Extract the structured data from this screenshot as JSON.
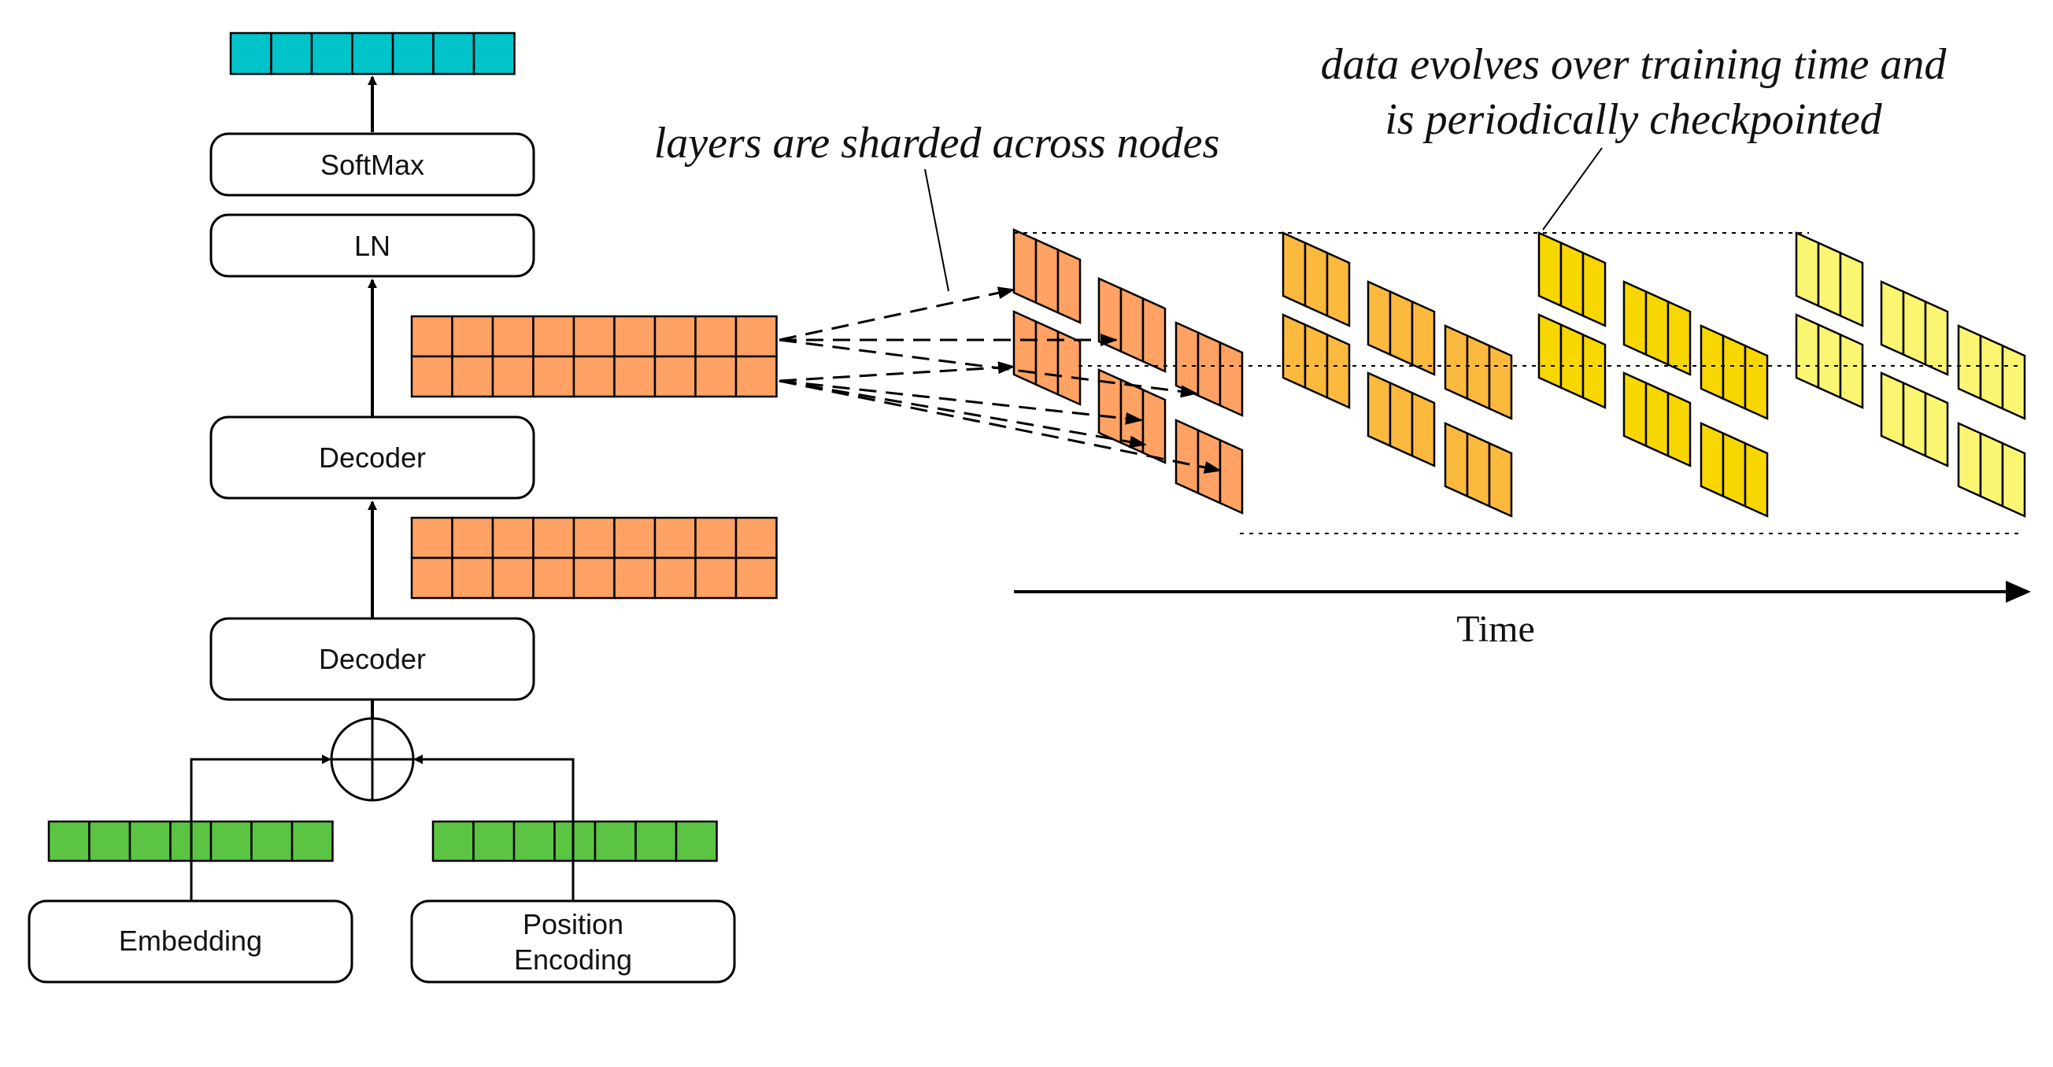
{
  "diagram": {
    "boxes": {
      "softmax": "SoftMax",
      "ln": "LN",
      "decoder_top": "Decoder",
      "decoder_bottom": "Decoder",
      "embedding": "Embedding",
      "position_encoding_line1": "Position",
      "position_encoding_line2": "Encoding"
    },
    "annotations": {
      "sharding": "layers are sharded across nodes",
      "checkpoint_line1": "data evolves over training time and",
      "checkpoint_line2": "is periodically checkpointed"
    },
    "time_axis_label": "Time"
  },
  "colors": {
    "output_vector": "#00c4c9",
    "embedding_vector": "#5cc443",
    "activation": "#ffa264",
    "checkpoint_1": "#ffa264",
    "checkpoint_2": "#fbb93e",
    "checkpoint_3": "#f8d700",
    "checkpoint_4": "#fbf672"
  }
}
